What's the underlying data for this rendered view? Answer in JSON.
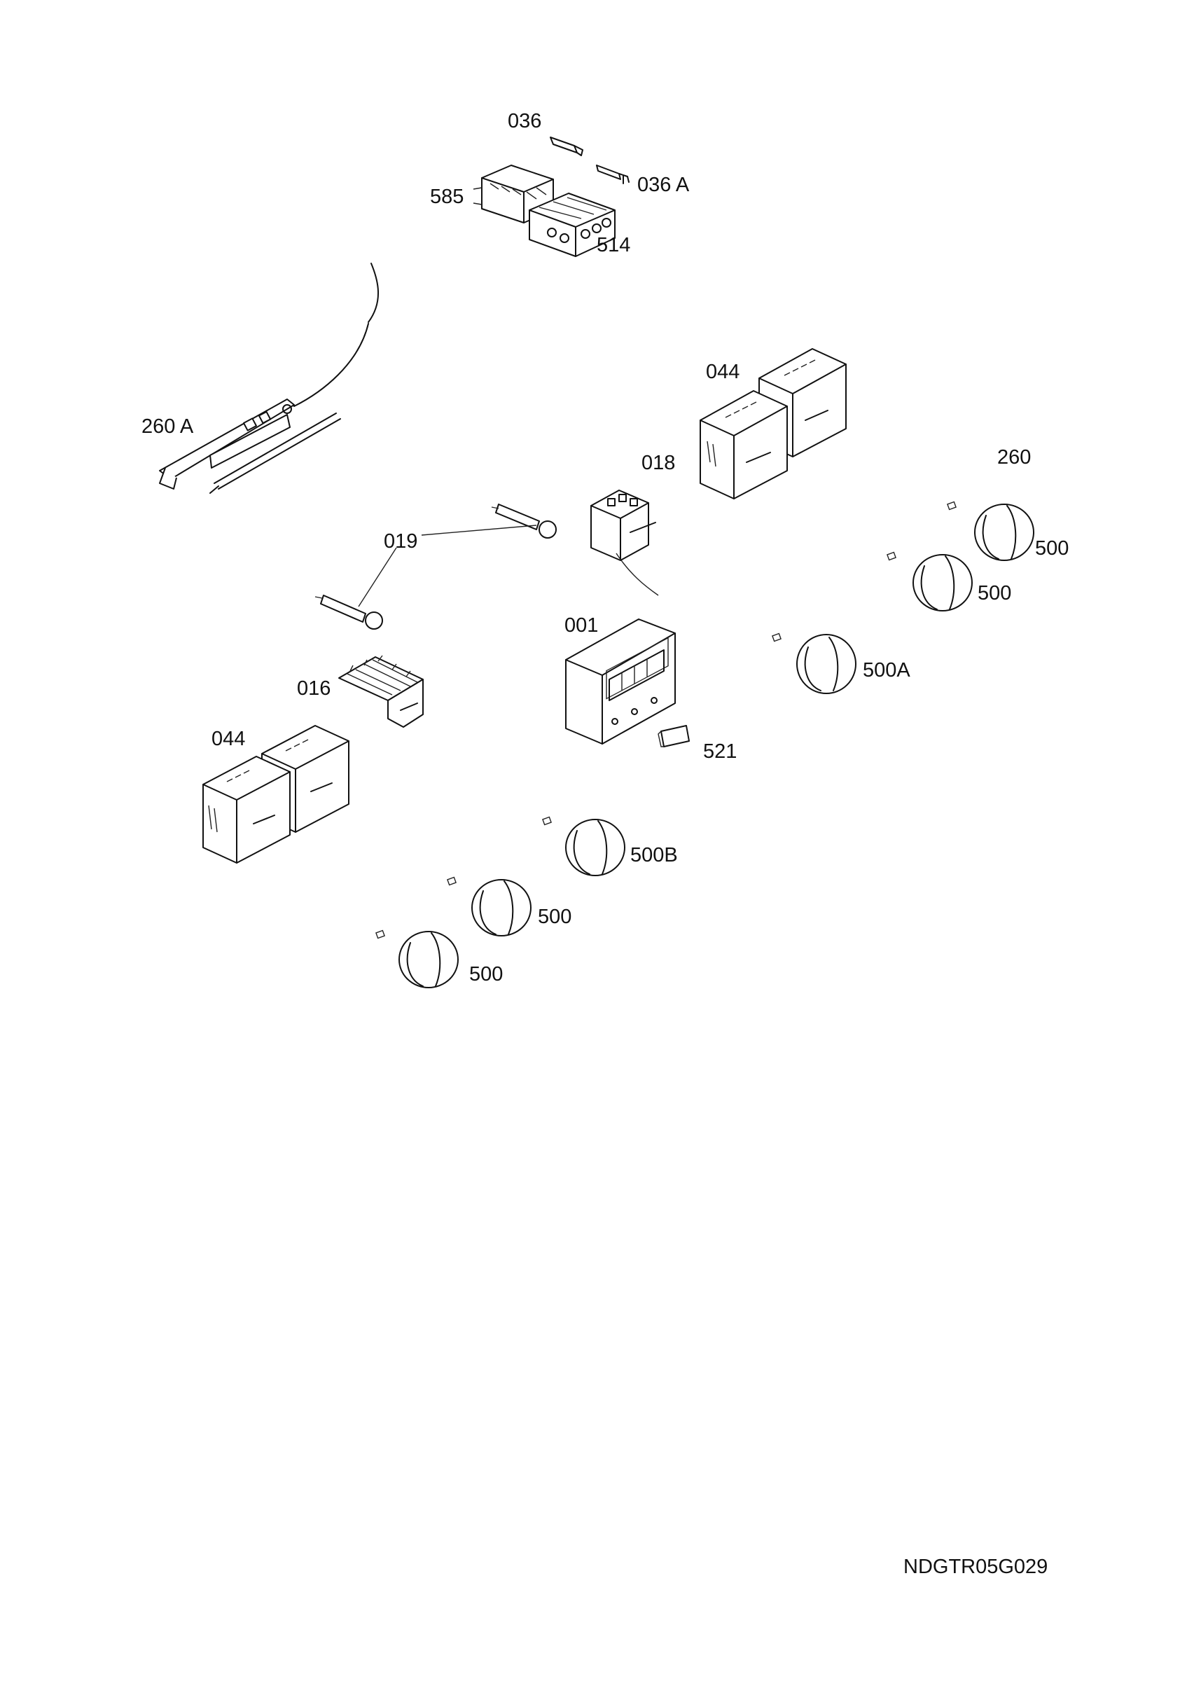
{
  "labels": {
    "p036": "036",
    "p036a": "036 A",
    "p585": "585",
    "p514": "514",
    "p260a": "260 A",
    "p044_top": "044",
    "p018": "018",
    "p260": "260",
    "p500_r1": "500",
    "p500_r2": "500",
    "p019": "019",
    "p001": "001",
    "p500a": "500A",
    "p016": "016",
    "p521": "521",
    "p044_left": "044",
    "p500b": "500B",
    "p500_l1": "500",
    "p500_l2": "500"
  },
  "diagram_code": "NDGTR05G029"
}
